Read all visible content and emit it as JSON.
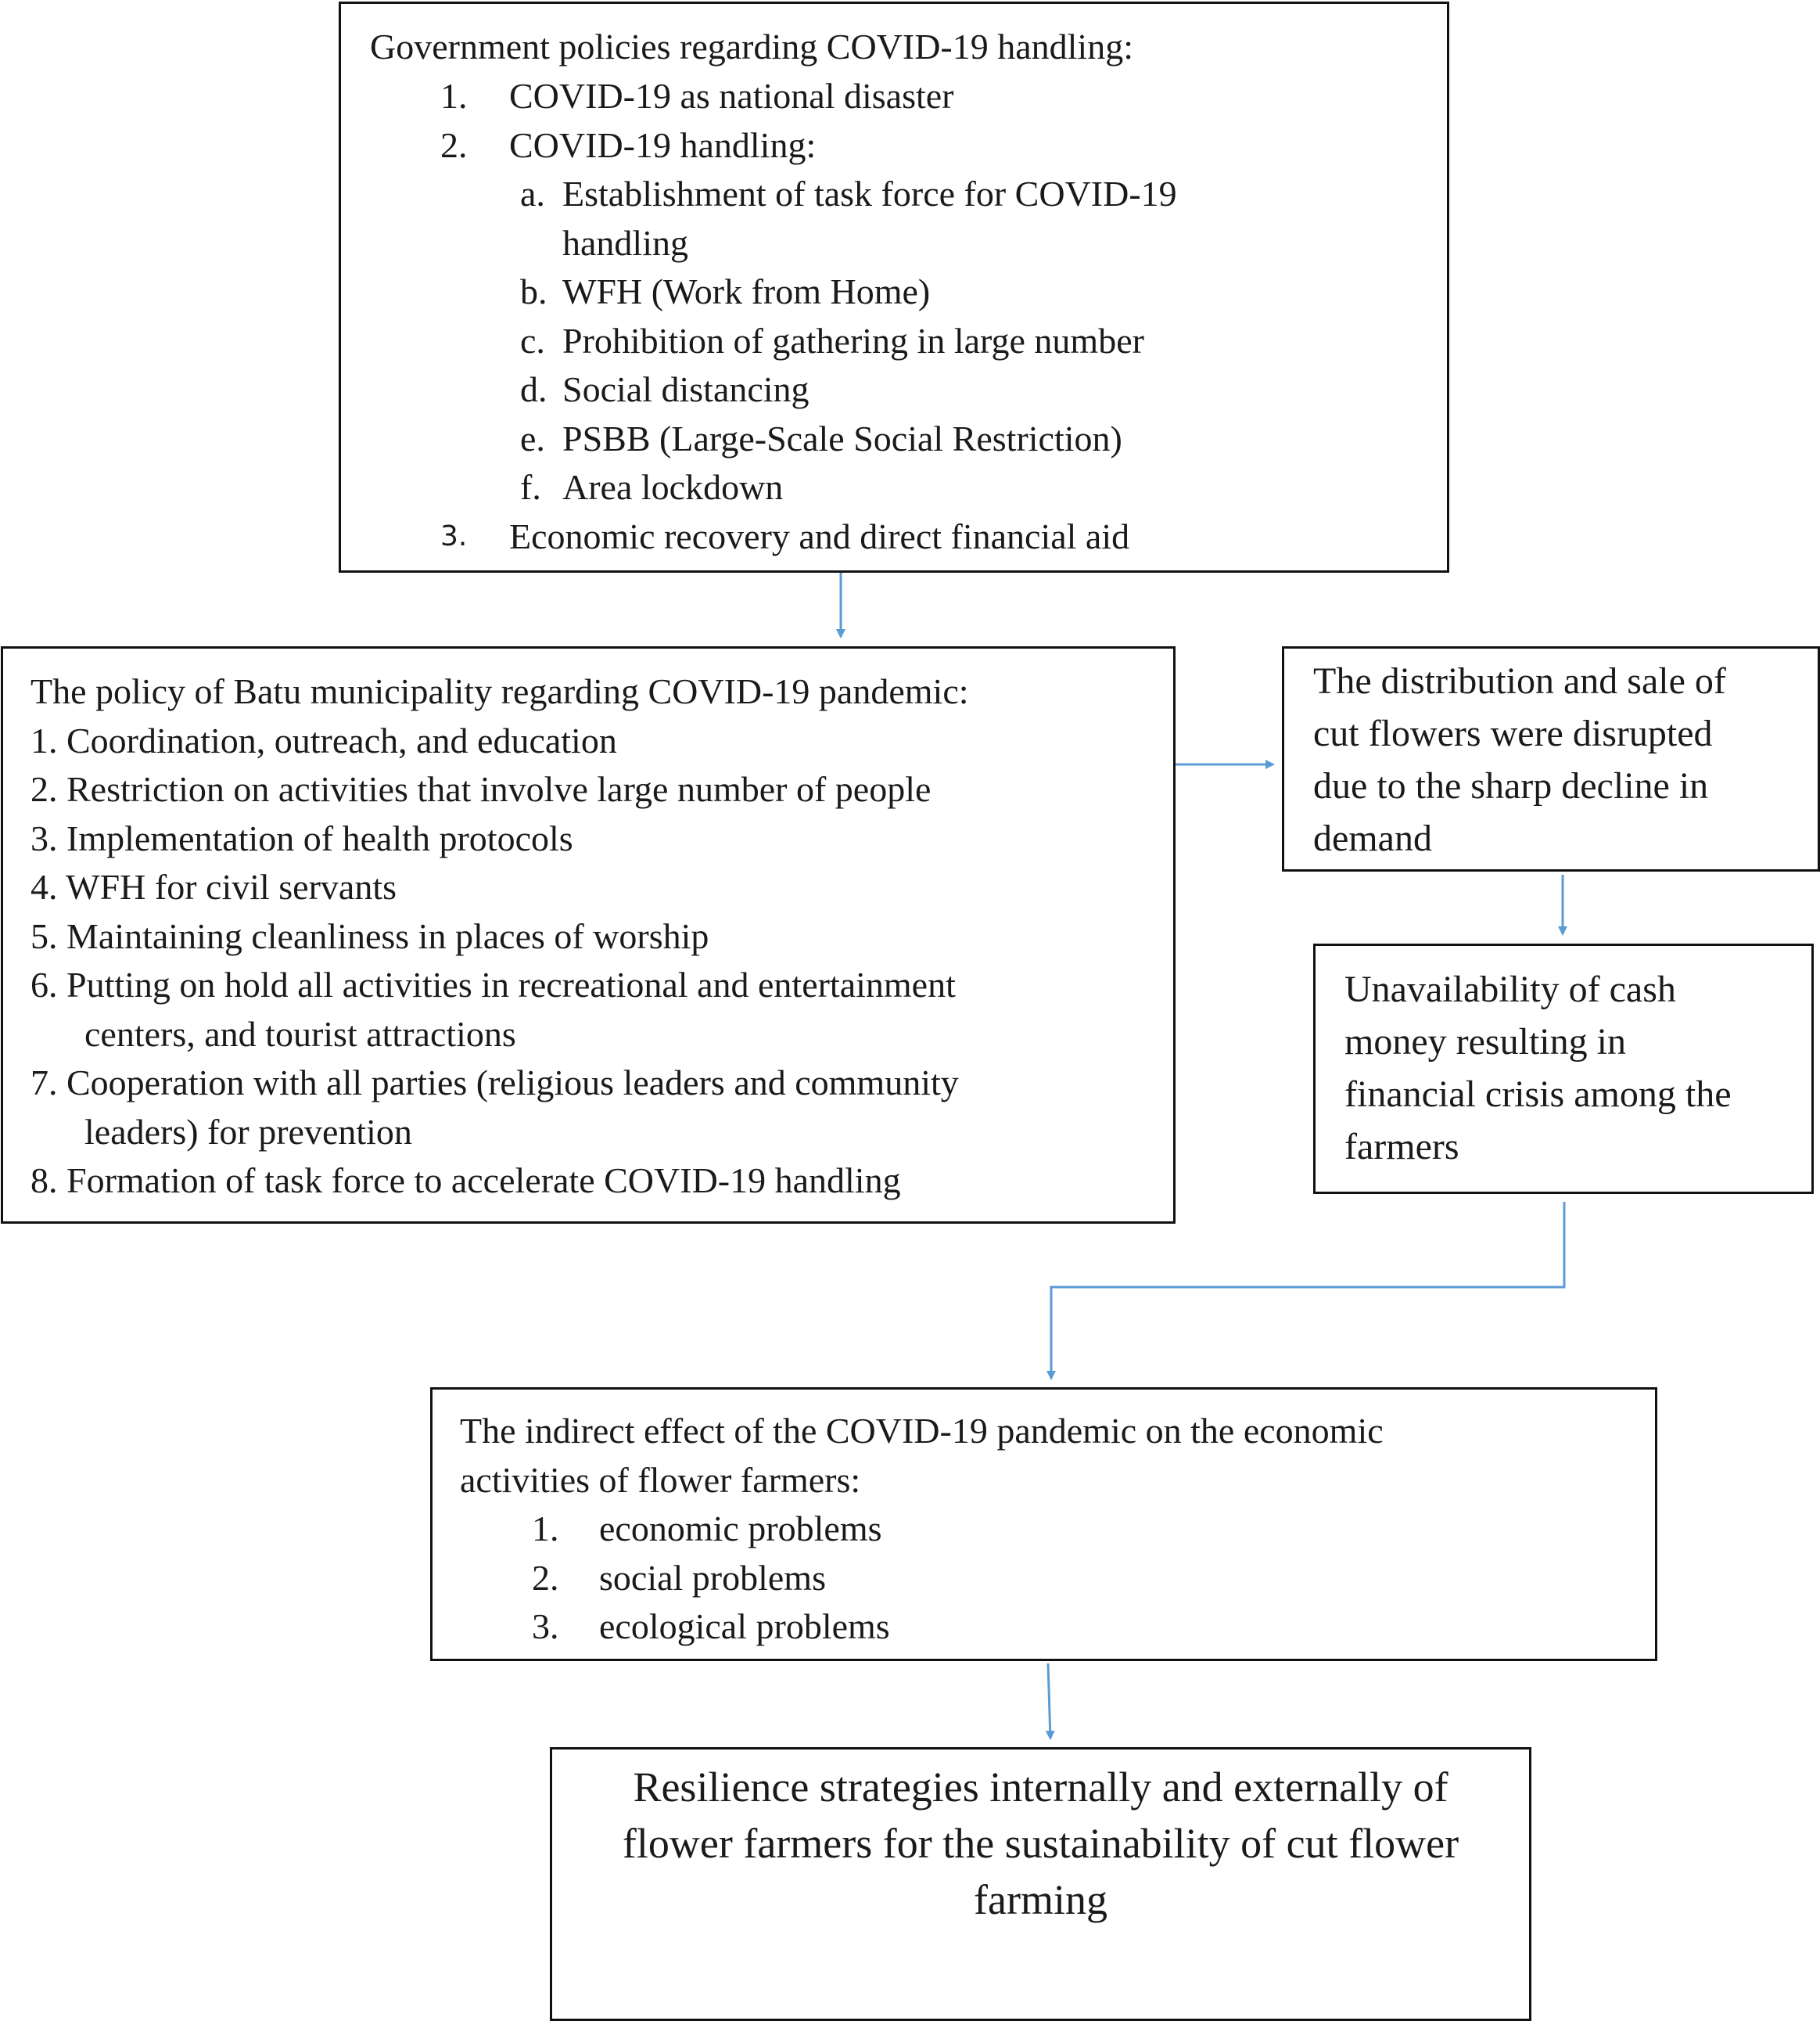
{
  "box1": {
    "heading": "Government policies regarding COVID-19 handling:",
    "items": [
      {
        "num": "1.",
        "text": "COVID-19 as national disaster"
      },
      {
        "num": "2.",
        "text": "COVID-19 handling:"
      },
      {
        "num": "3.",
        "text": "Economic recovery and direct financial aid"
      }
    ],
    "subitems": [
      {
        "letter": "a.",
        "text": "Establishment of task force for COVID-19",
        "cont": "handling"
      },
      {
        "letter": "b.",
        "text": "WFH (Work from Home)"
      },
      {
        "letter": "c.",
        "text": "Prohibition of gathering in large number"
      },
      {
        "letter": "d.",
        "text": "Social distancing"
      },
      {
        "letter": "e.",
        "text": "PSBB (Large-Scale Social Restriction)"
      },
      {
        "letter": "f.",
        "text": "Area lockdown"
      }
    ]
  },
  "box2": {
    "heading": "The policy of Batu municipality regarding COVID-19 pandemic:",
    "items": [
      {
        "text": "1. Coordination, outreach, and education"
      },
      {
        "text": "2. Restriction on activities that involve large number of people"
      },
      {
        "text": "3. Implementation of health protocols"
      },
      {
        "text": "4. WFH for civil servants"
      },
      {
        "text": "5. Maintaining cleanliness in places of worship"
      },
      {
        "text": "6. Putting on hold all activities in recreational and entertainment",
        "cont": "centers, and tourist attractions"
      },
      {
        "text": "7. Cooperation with all parties (religious leaders and community",
        "cont": "leaders) for prevention"
      },
      {
        "text": "8. Formation of task force to accelerate COVID-19 handling"
      }
    ]
  },
  "box3": {
    "lines": [
      "The distribution and sale of",
      "cut flowers were disrupted",
      "due to the sharp decline in",
      "demand"
    ]
  },
  "box4": {
    "lines": [
      "Unavailability of cash",
      "money resulting in",
      "financial crisis among the",
      "farmers"
    ]
  },
  "box5": {
    "heading_lines": [
      "The indirect effect of the COVID-19 pandemic on the economic",
      "activities of flower farmers:"
    ],
    "items": [
      {
        "num": "1.",
        "text": "economic problems"
      },
      {
        "num": "2.",
        "text": "social problems"
      },
      {
        "num": "3.",
        "text": "ecological problems"
      }
    ]
  },
  "box6": {
    "lines": [
      "Resilience strategies internally and externally of",
      "flower farmers for the sustainability of cut flower",
      "farming"
    ]
  },
  "colors": {
    "arrow": "#5b9bd5",
    "border": "#111111"
  }
}
